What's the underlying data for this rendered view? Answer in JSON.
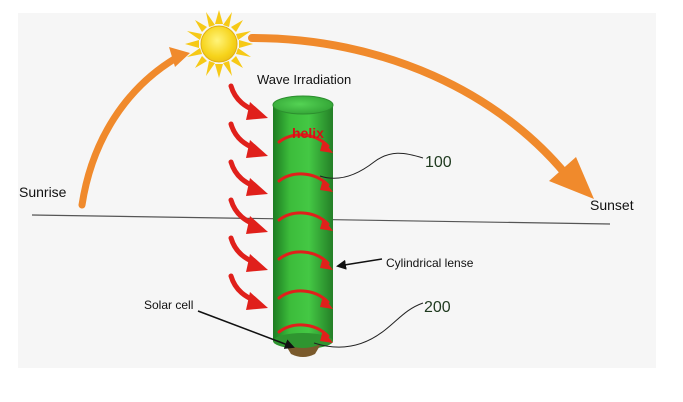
{
  "labels": {
    "sunrise": "Sunrise",
    "sunset": "Sunset",
    "wave_irradiation": "Wave Irradiation",
    "helix": "helix",
    "ref_100": "100",
    "ref_200": "200",
    "cylindrical_lense": "Cylindrical lense",
    "solar_cell": "Solar cell"
  },
  "colors": {
    "sun_path": "#f08a2c",
    "sun": "#f6d31a",
    "cylinder": "#3db83a",
    "cylinder_dark": "#237a24",
    "helix_arrow": "#e0201b",
    "solar_cell": "#7a5a2c"
  },
  "icons": {
    "sun": "sun-icon",
    "wave_arrows": "curved-arrow-icon",
    "pointer_arrows": "arrowhead-icon"
  }
}
